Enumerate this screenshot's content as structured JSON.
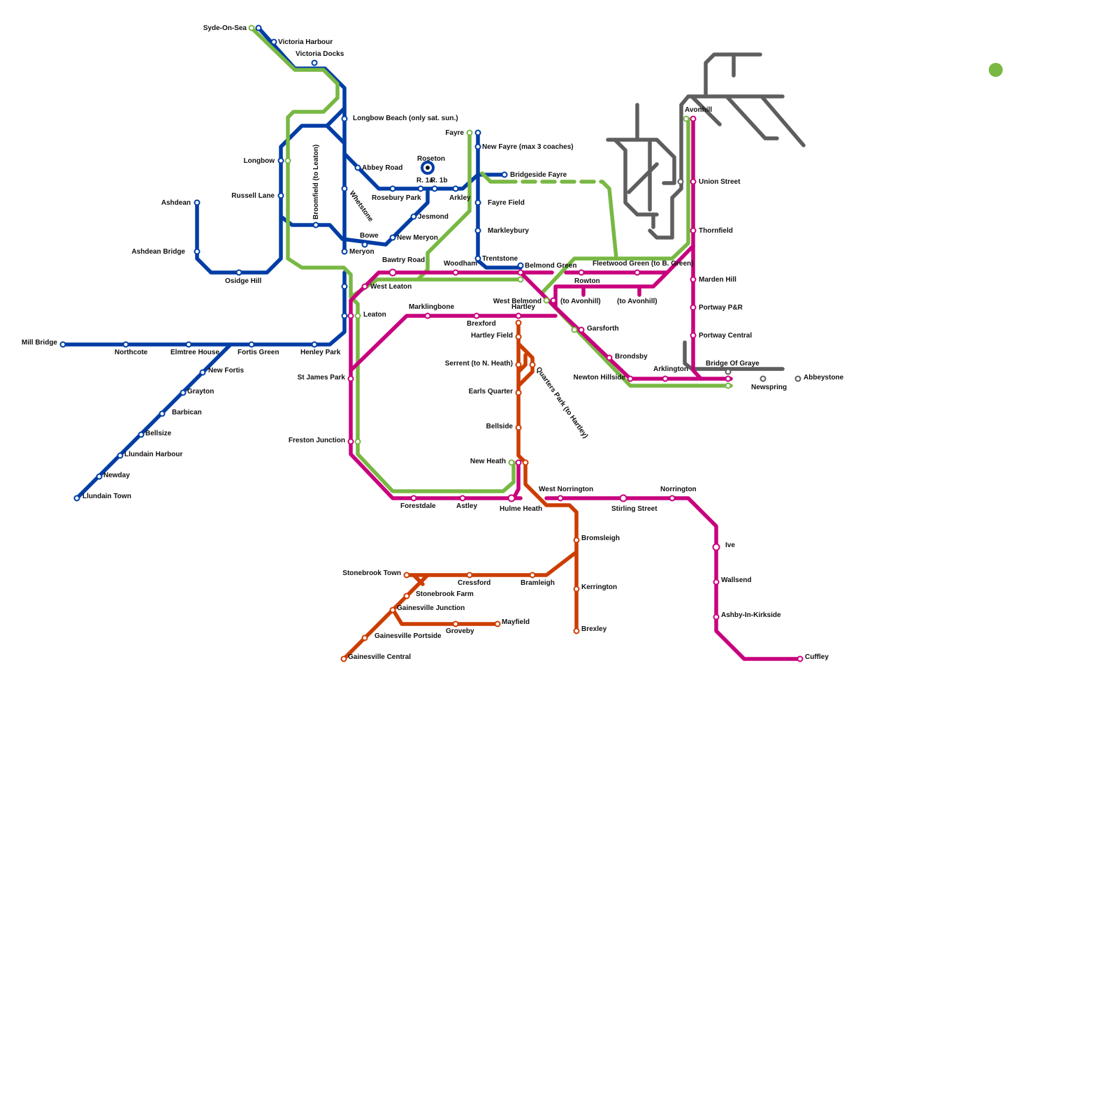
{
  "colors": {
    "blue": "#003da5",
    "green": "#78b843",
    "magenta": "#c8007d",
    "orange": "#cc3d00",
    "grey": "#5e5e5e",
    "background": "#ffffff"
  },
  "stations": {
    "s1": "Syde-On-Sea",
    "s2": "Victoria Harbour",
    "s3": "Victoria Docks",
    "s4": "Longbow Beach (only sat. sun.)",
    "s5": "Longbow",
    "s6": "Russell Lane",
    "s7": "Broomfield (to Leaton)",
    "s8": "Ashdean",
    "s9": "Ashdean Bridge",
    "s10": "Osidge Hill",
    "s11": "Abbey Road",
    "s12": "Whetstone",
    "s13": "Bowe",
    "s14": "Meryon",
    "s15": "New Meryon",
    "s16": "Jesmond",
    "s17": "Rosebury Park",
    "s18": "Roseton",
    "s19": "R. 1a",
    "s20": "R. 1b",
    "s21": "Arkley",
    "s22": "Fayre",
    "s23": "New Fayre (max 3 coaches)",
    "s24": "Bridgeside Fayre",
    "s25": "Fayre Field",
    "s26": "Markleybury",
    "s27": "Trentstone",
    "s28": "Belmond Green",
    "s29": "Woodham",
    "s30": "Bawtry Road",
    "s31": "West Leaton",
    "s32": "Leaton",
    "s33": "Mill Bridge",
    "s34": "Northcote",
    "s35": "Elmtree House",
    "s36": "Fortis Green",
    "s37": "Henley Park",
    "s38": "New Fortis",
    "s39": "Grayton",
    "s40": "Barbican",
    "s41": "Bellsize",
    "s42": "Llundain Harbour",
    "s43": "Newday",
    "s44": "Llundain Town",
    "s45": "St James Park",
    "s46": "Freston Junction",
    "s47": "Forestdale",
    "s48": "Astley",
    "s49": "Hulme Heath",
    "s50": "Marklingbone",
    "s51": "Brexford",
    "s52": "West Belmond",
    "s53": "Hartley",
    "s54": "Hartley Field",
    "s55": "Serrent (to N. Heath)",
    "s56": "Quarters Park (to Hartley)",
    "s57": "Earls Quarter",
    "s58": "Bellside",
    "s59": "New Heath",
    "s60": "West Norrington",
    "s61": "Stirling Street",
    "s62": "Norrington",
    "s63": "Ive",
    "s64": "Wallsend",
    "s65": "Ashby-In-Kirkside",
    "s66": "Cuffley",
    "s67": "Bromsleigh",
    "s68": "Kerrington",
    "s69": "Brexley",
    "s70": "Bramleigh",
    "s71": "Cressford",
    "s72": "Stonebrook Town",
    "s73": "Stonebrook Farm",
    "s74": "Gainesville Junction",
    "s75": "Gainesville Portside",
    "s76": "Gainesville Central",
    "s77": "Groveby",
    "s78": "Mayfield",
    "s79": "Rowton",
    "s80": "(to Avonhill)",
    "s81": "(to Avonhill)",
    "s82": "Fleetwood Green (to B. Green)",
    "s83": "Garsforth",
    "s84": "Brondsby",
    "s85": "Newton Hillside",
    "s86": "Arklington",
    "s87": "Avonhill",
    "s88": "Union Street",
    "s89": "Thornfield",
    "s90": "Marden Hill",
    "s91": "Portway P&R",
    "s92": "Portway Central",
    "s93": "Bridge Of Graye",
    "s94": "Newspring",
    "s95": "Abbeystone"
  }
}
